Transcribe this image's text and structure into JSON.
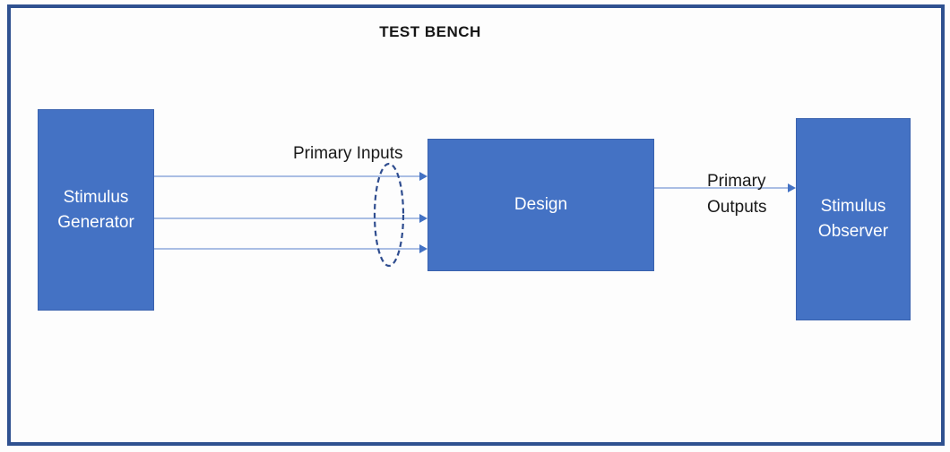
{
  "diagram": {
    "title": "TEST BENCH",
    "boxes": {
      "generator": {
        "line1": "Stimulus",
        "line2": "Generator"
      },
      "design": {
        "label": "Design"
      },
      "observer": {
        "line1": "Stimulus",
        "line2": "Observer"
      }
    },
    "labels": {
      "primary_inputs": "Primary Inputs",
      "primary_outputs_line1": "Primary",
      "primary_outputs_line2": "Outputs"
    },
    "connectors": {
      "input_arrows_count": 3,
      "output_arrows_count": 1,
      "inputs_grouped_by_dashed_ellipse": true
    },
    "colors": {
      "box_fill": "#4472C4",
      "box_border": "#3A62AE",
      "box_text": "#FFFFFF",
      "frame_border": "#2F5190",
      "connector_line": "#8FAADC",
      "arrowhead": "#4472C4",
      "grouping_ellipse": "#2F4D8F",
      "title_text": "#161616",
      "label_text": "#1A1A1A",
      "background": "#FDFDFD"
    }
  }
}
